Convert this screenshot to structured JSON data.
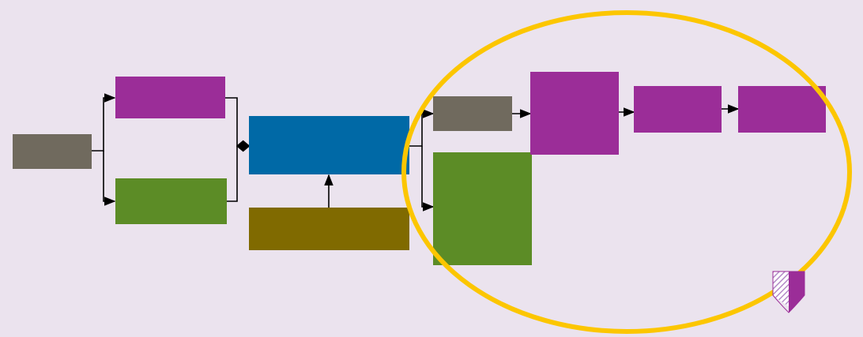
{
  "colors": {
    "background": "#ebe3ee",
    "gray": "#706a5e",
    "purple": "#9b2d98",
    "green": "#5c8c26",
    "blue": "#0069a6",
    "olive": "#806a00",
    "highlight_ellipse": "#fcc600",
    "connector": "#000000",
    "logo_purple": "#9b2d98",
    "logo_hatch": "#b48bc8"
  },
  "icons": {
    "corner_logo": "shield-logo-icon"
  },
  "highlight": {
    "shape": "ellipse",
    "encloses": [
      "gray-box-right",
      "purple-box-large",
      "green-box-large",
      "purple-box-right-1",
      "purple-box-right-2"
    ]
  },
  "diagram": {
    "boxes": [
      {
        "id": "gray-box-left",
        "color": "gray",
        "label": ""
      },
      {
        "id": "purple-box-upper",
        "color": "purple",
        "label": ""
      },
      {
        "id": "green-box-lower",
        "color": "green",
        "label": ""
      },
      {
        "id": "blue-box-center",
        "color": "blue",
        "label": ""
      },
      {
        "id": "olive-box-bottom",
        "color": "olive",
        "label": ""
      },
      {
        "id": "gray-box-right",
        "color": "gray",
        "label": ""
      },
      {
        "id": "green-box-large",
        "color": "green",
        "label": ""
      },
      {
        "id": "purple-box-large",
        "color": "purple",
        "label": ""
      },
      {
        "id": "purple-box-right-1",
        "color": "purple",
        "label": ""
      },
      {
        "id": "purple-box-right-2",
        "color": "purple",
        "label": ""
      }
    ],
    "connections": [
      {
        "from": "gray-box-left",
        "to": "purple-box-upper"
      },
      {
        "from": "gray-box-left",
        "to": "green-box-lower"
      },
      {
        "from": "purple-box-upper",
        "to": "blue-box-center"
      },
      {
        "from": "green-box-lower",
        "to": "blue-box-center"
      },
      {
        "from": "olive-box-bottom",
        "to": "blue-box-center"
      },
      {
        "from": "blue-box-center",
        "to": "gray-box-right"
      },
      {
        "from": "blue-box-center",
        "to": "green-box-large"
      },
      {
        "from": "gray-box-right",
        "to": "purple-box-large"
      },
      {
        "from": "purple-box-large",
        "to": "purple-box-right-1"
      },
      {
        "from": "purple-box-right-1",
        "to": "purple-box-right-2"
      }
    ]
  }
}
